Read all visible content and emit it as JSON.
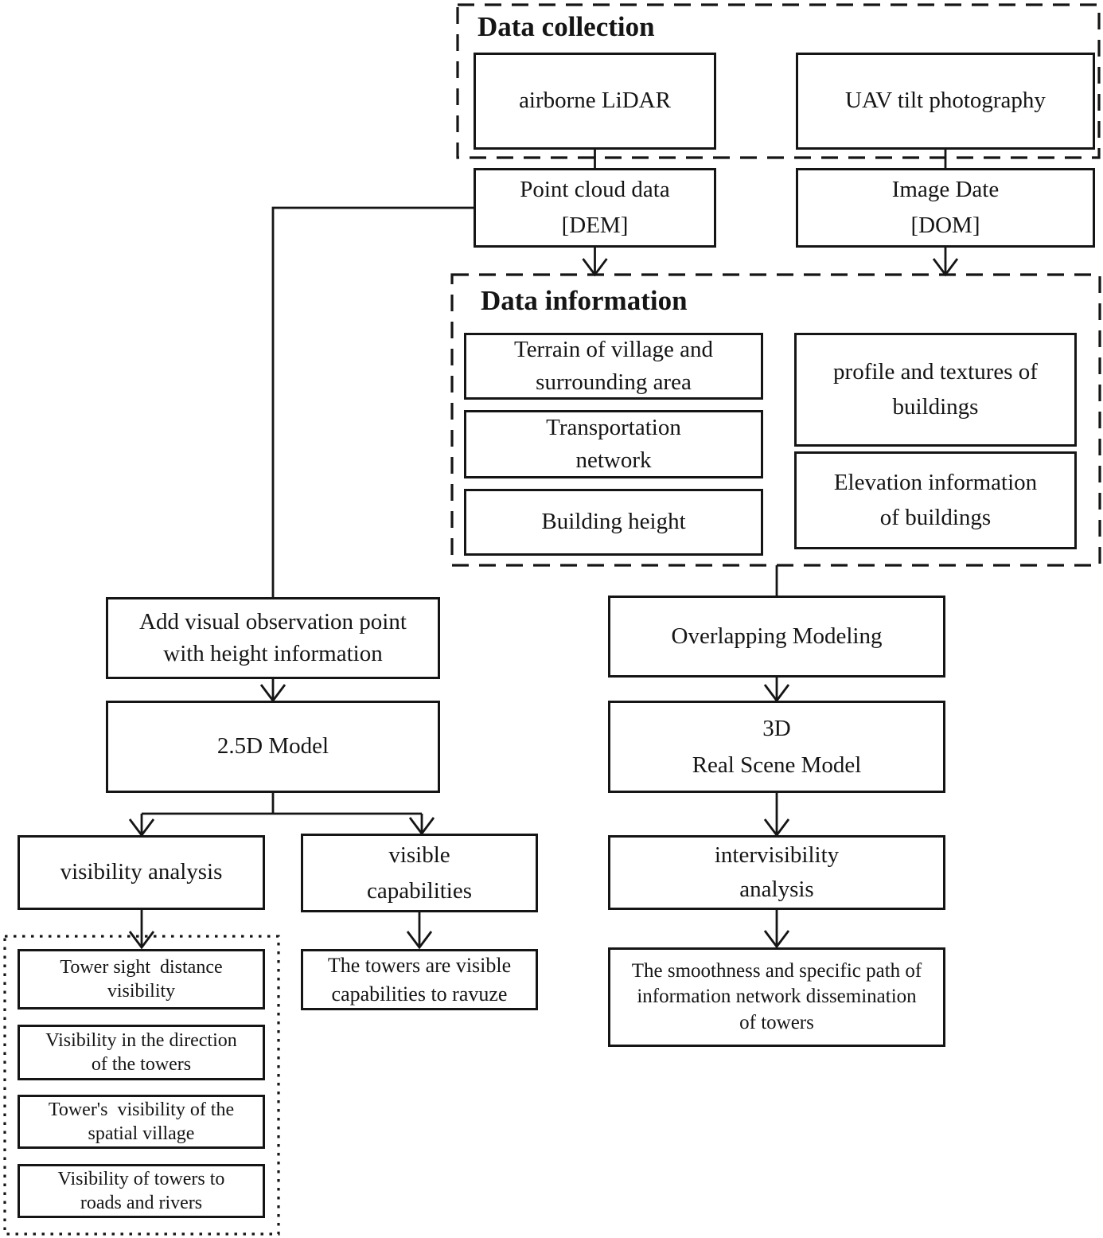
{
  "figure": {
    "type": "flowchart",
    "description": "Workflow diagram from data collection to visibility analyses"
  },
  "colors": {
    "ink": "#151515",
    "background": "#ffffff"
  },
  "groups": {
    "data_collection": {
      "label": "Data collection"
    },
    "data_information": {
      "label": "Data information"
    }
  },
  "nodes": {
    "airborne_lidar": {
      "lines": [
        "airborne LiDAR"
      ]
    },
    "uav_tilt_photography": {
      "lines": [
        "UAV tilt photography"
      ]
    },
    "point_cloud_data": {
      "lines": [
        "Point cloud data",
        "[DEM]"
      ]
    },
    "image_date": {
      "lines": [
        "Image Date",
        "[DOM]"
      ]
    },
    "terrain_village": {
      "lines": [
        "Terrain of village and",
        "surrounding area"
      ]
    },
    "transportation_network": {
      "lines": [
        "Transportation",
        "network"
      ]
    },
    "building_height": {
      "lines": [
        "Building height"
      ]
    },
    "profile_textures": {
      "lines": [
        "profile and textures of",
        "buildings"
      ]
    },
    "elevation_information": {
      "lines": [
        "Elevation information",
        "of buildings"
      ]
    },
    "add_observation_point": {
      "lines": [
        "Add visual observation point",
        "with height information"
      ]
    },
    "model_2_5d": {
      "lines": [
        "2.5D Model"
      ]
    },
    "overlapping_modeling": {
      "lines": [
        "Overlapping Modeling"
      ]
    },
    "real_scene_model": {
      "lines": [
        "3D",
        "Real Scene Model"
      ]
    },
    "visibility_analysis": {
      "lines": [
        "visibility analysis"
      ]
    },
    "visible_capabilities": {
      "lines": [
        "visible",
        "capabilities"
      ]
    },
    "intervisibility_analysis": {
      "lines": [
        "intervisibility",
        "analysis"
      ]
    },
    "tower_sight_distance": {
      "lines": [
        "Tower sight  distance",
        "visibility"
      ]
    },
    "visibility_direction_towers": {
      "lines": [
        "Visibility in the direction",
        "of the towers"
      ]
    },
    "tower_visibility_spatial": {
      "lines": [
        "Tower's  visibility of the",
        "spatial village"
      ]
    },
    "visibility_roads_rivers": {
      "lines": [
        "Visibility of towers to",
        "roads and rivers"
      ]
    },
    "towers_visible_ravuze": {
      "lines": [
        "The towers are visible",
        "capabilities to ravuze"
      ]
    },
    "smoothness_path": {
      "lines": [
        "The smoothness and specific path of",
        "information network dissemination",
        "of towers"
      ]
    }
  }
}
